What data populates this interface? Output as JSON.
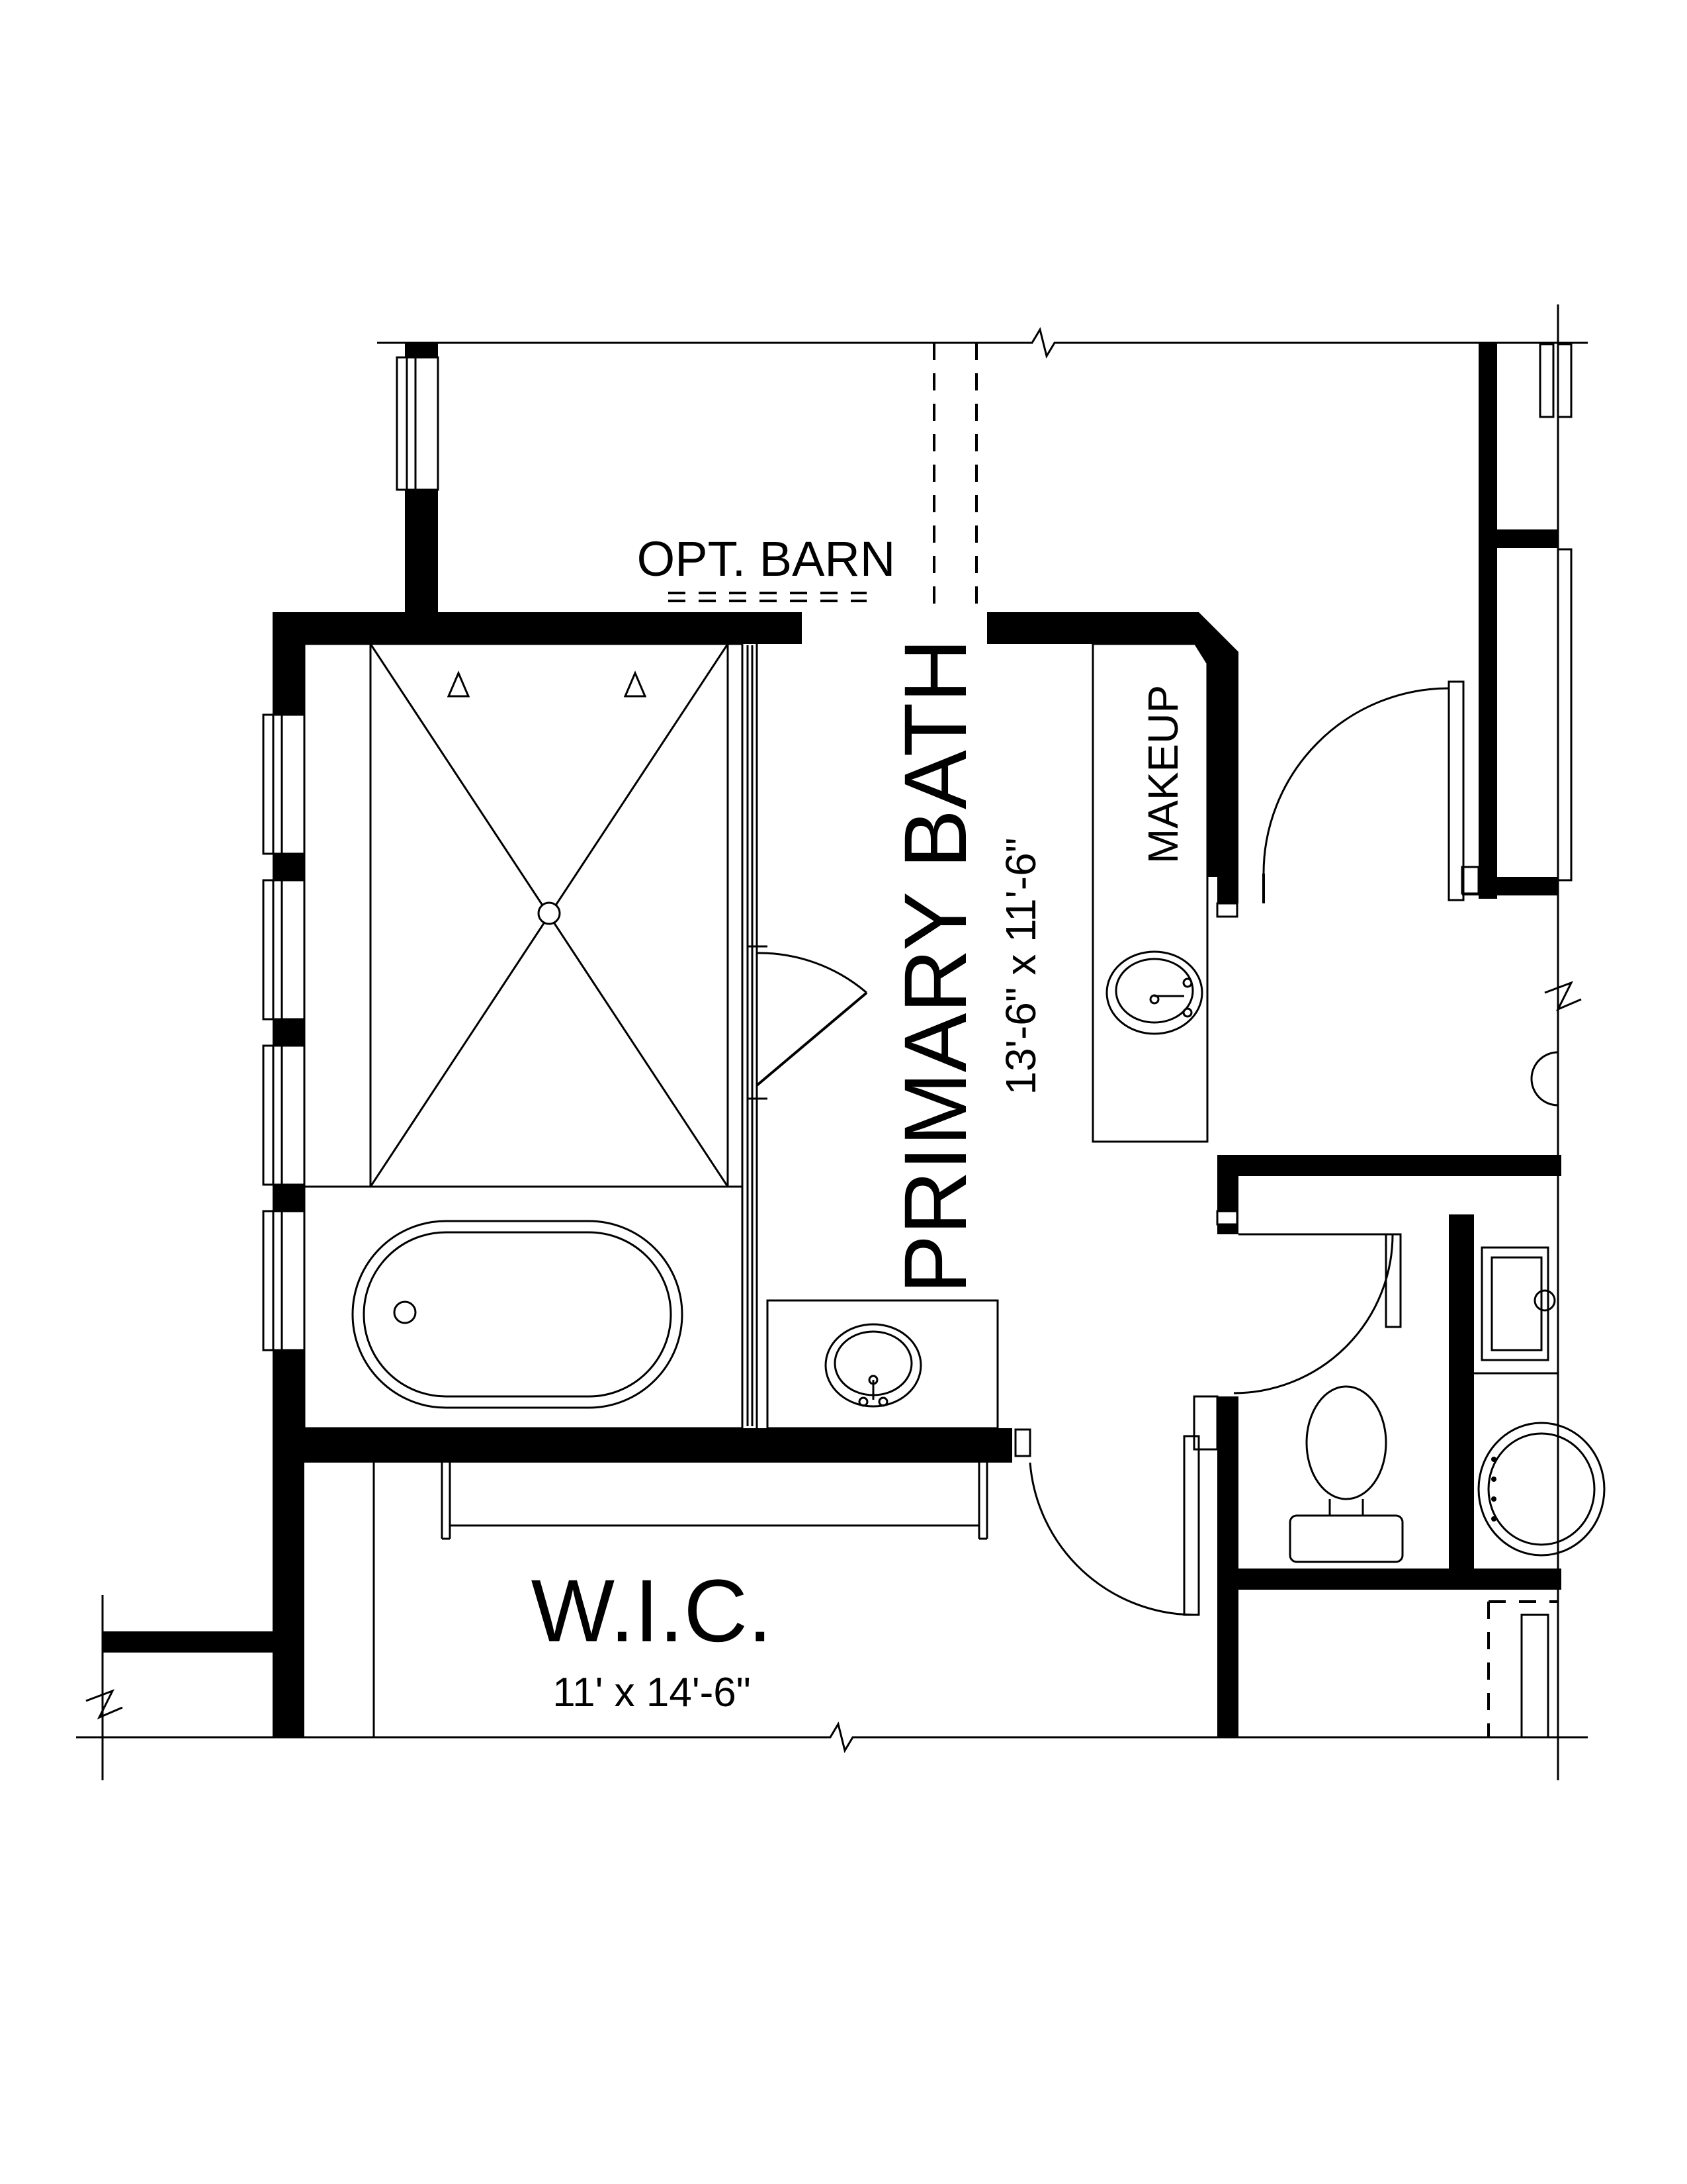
{
  "labels": {
    "opt_barn": "OPT. BARN",
    "primary_bath": "PRIMARY BATH",
    "primary_bath_dims": "13'-6\" x 11'-6\"",
    "makeup": "MAKEUP",
    "wic": "W.I.C.",
    "wic_dims": "11' x 14'-6\""
  },
  "colors": {
    "wall": "#000000",
    "background": "#ffffff"
  }
}
